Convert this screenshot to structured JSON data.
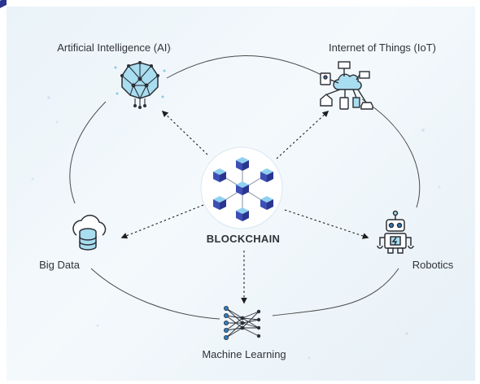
{
  "diagram": {
    "center": {
      "label": "BLOCKCHAIN",
      "icon": "blockchain-cubes-icon"
    },
    "nodes": [
      {
        "id": "ai",
        "label": "Artificial Intelligence (AI)",
        "icon": "neural-network-icon"
      },
      {
        "id": "iot",
        "label": "Internet of Things (IoT)",
        "icon": "connected-devices-icon"
      },
      {
        "id": "bigdata",
        "label": "Big Data",
        "icon": "cloud-database-icon"
      },
      {
        "id": "robotics",
        "label": "Robotics",
        "icon": "robot-icon"
      },
      {
        "id": "ml",
        "label": "Machine Learning",
        "icon": "neural-layers-icon"
      }
    ],
    "colors": {
      "accent": "#2e7fc4",
      "cube_light": "#7ec3e8",
      "cube_dark": "#2f3a93",
      "text": "#2f3338",
      "circle": "#4a4a4a",
      "background": "#eaf3f9"
    }
  }
}
